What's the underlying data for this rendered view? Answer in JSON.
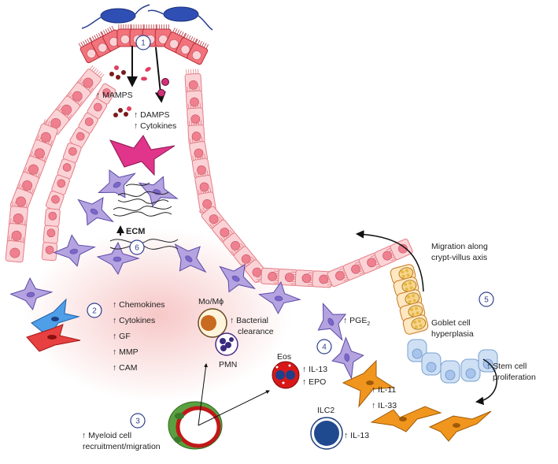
{
  "steps": [
    "1",
    "2",
    "3",
    "4",
    "5",
    "6"
  ],
  "labels": {
    "mamps": "↑ MAMPS",
    "damps": "↑ DAMPS",
    "cytokines_top": "↑ Cytokines",
    "ecm": "ECM",
    "chemokines": "↑  Chemokines",
    "cytokines": "↑  Cytokines",
    "gf": "↑  GF",
    "mmp": "↑  MMP",
    "cam": "↑  CAM",
    "mo_mphi": "Mo/Mϕ",
    "bacterial": "↑ Bacterial",
    "clearance": "clearance",
    "pmn": "PMN",
    "eos": "Eos",
    "eos_il13": "↑ IL-13",
    "epo": "↑ EPO",
    "myeloid1": "↑  Myeloid cell",
    "myeloid2": "recruitment/migration",
    "ilc2": "ILC2",
    "ilc2_il13": "↑ IL-13",
    "pge2": "↑ PGE",
    "pge2_sub": "2",
    "il11": "↑ IL-11",
    "il33": "↑ IL-33",
    "migration1": "Migration along",
    "migration2": "crypt-villus axis",
    "goblet1": "Goblet cell",
    "goblet2": "hyperplasia",
    "stem1": "↑  Stem cell",
    "stem2": "proliferation"
  },
  "colors": {
    "epithelium_fill": "#fbd3d6",
    "epithelium_stroke": "#e47e87",
    "nucleus": "#f08090",
    "injured_cell": "#f2737b",
    "fibroblast": "#b4a3e0",
    "fibroblast_stroke": "#5b4aa5",
    "myofibroblast": "#e0358a",
    "stem_cell": "#cfe0f5",
    "goblet": "#f7d58f",
    "bacteria": "#2f4fb4",
    "number_circle": "#2f3f8f"
  }
}
